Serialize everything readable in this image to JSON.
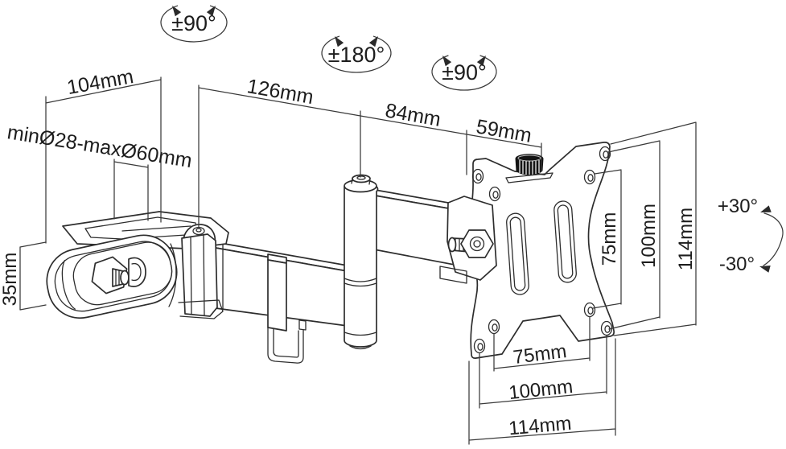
{
  "annotations": {
    "rotation_base": "±90°",
    "rotation_elbow": "±180°",
    "rotation_plate": "±90°",
    "tilt_up": "+30°",
    "tilt_down": "-30°"
  },
  "dimensions": {
    "clamp_depth": "104mm",
    "arm_lower": "126mm",
    "arm_upper": "84mm",
    "plate_offset": "59mm",
    "pole_diameter_range": "minØ28-maxØ60mm",
    "clamp_height": "35mm",
    "vesa_vertical_75": "75mm",
    "vesa_vertical_100": "100mm",
    "plate_height_114": "114mm",
    "vesa_horizontal_75": "75mm",
    "vesa_horizontal_100": "100mm",
    "plate_width_114": "114mm"
  }
}
